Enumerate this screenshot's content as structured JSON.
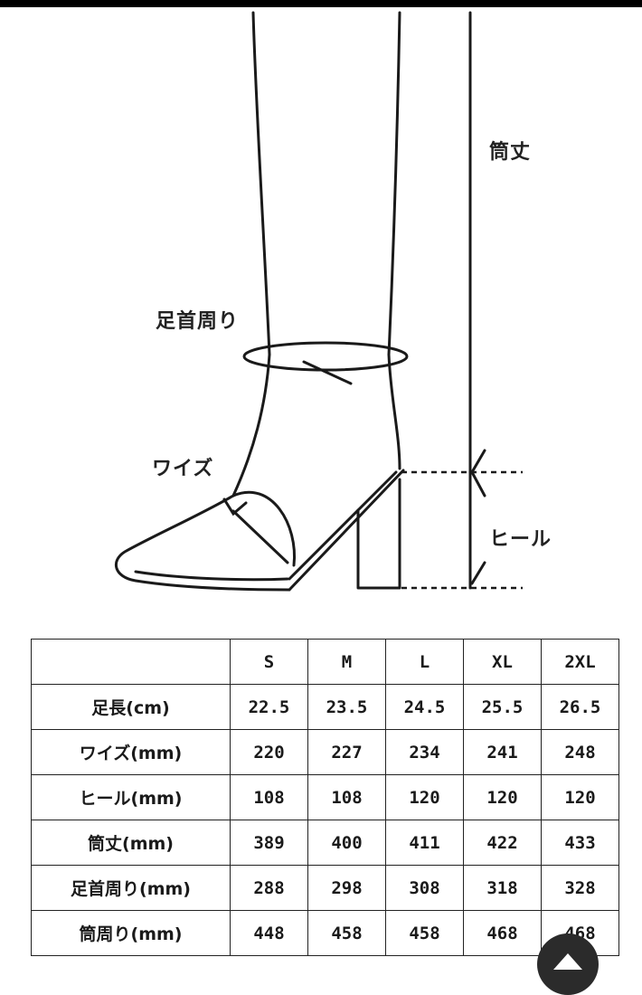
{
  "labels": {
    "shaft_height": "筒丈",
    "ankle_circumference": "足首周り",
    "width": "ワイズ",
    "heel": "ヒール"
  },
  "table": {
    "headers": [
      "",
      "S",
      "M",
      "L",
      "XL",
      "2XL"
    ],
    "rows": [
      {
        "label": "足長(cm)",
        "values": [
          "22.5",
          "23.5",
          "24.5",
          "25.5",
          "26.5"
        ]
      },
      {
        "label": "ワイズ(mm)",
        "values": [
          "220",
          "227",
          "234",
          "241",
          "248"
        ]
      },
      {
        "label": "ヒール(mm)",
        "values": [
          "108",
          "108",
          "120",
          "120",
          "120"
        ]
      },
      {
        "label": "筒丈(mm)",
        "values": [
          "389",
          "400",
          "411",
          "422",
          "433"
        ]
      },
      {
        "label": "足首周り(mm)",
        "values": [
          "288",
          "298",
          "308",
          "318",
          "328"
        ]
      },
      {
        "label": "筒周り(mm)",
        "values": [
          "448",
          "458",
          "458",
          "468",
          "468"
        ]
      }
    ]
  },
  "icons": {
    "scroll_top": "chevron-up-icon"
  }
}
